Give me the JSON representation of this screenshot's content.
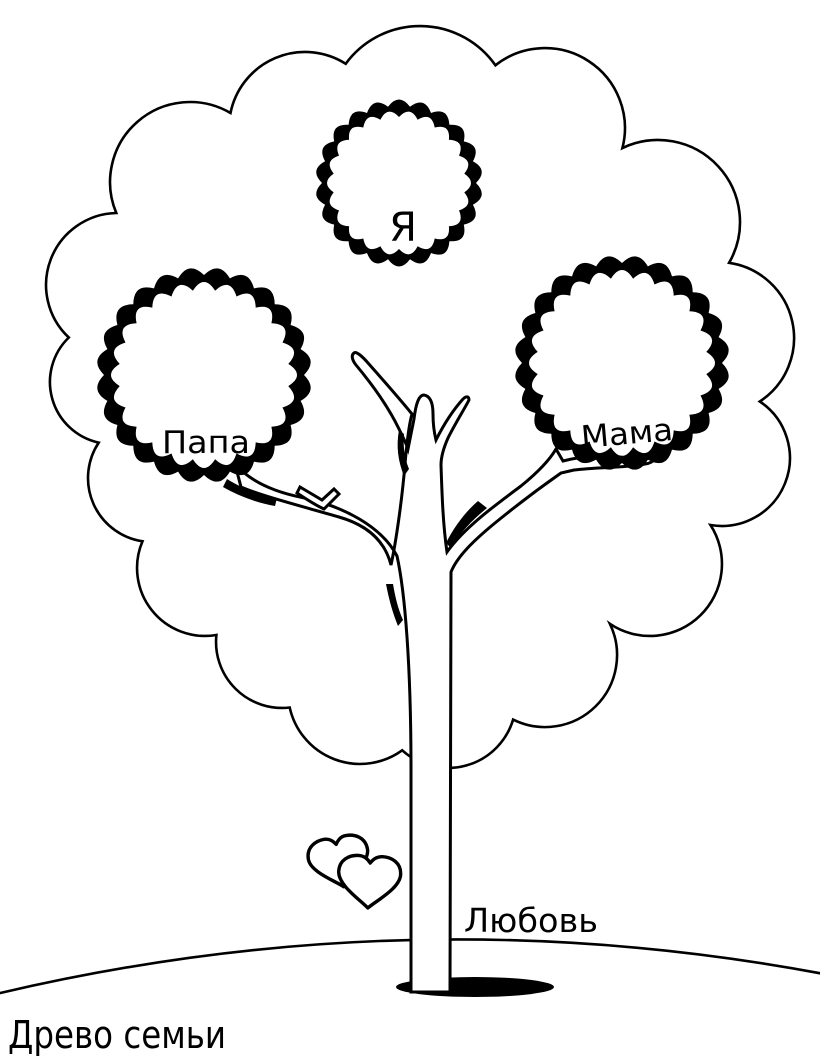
{
  "page": {
    "caption": "Древо семьи",
    "background_color": "#ffffff",
    "ink_color": "#000000"
  },
  "tree_slots": [
    {
      "id": "me",
      "label": "Я"
    },
    {
      "id": "dad",
      "label": "Папа"
    },
    {
      "id": "mom",
      "label": "Мама"
    }
  ],
  "decorations": {
    "love_label": "Любовь",
    "hearts_icon": "two-overlapping-hearts"
  }
}
